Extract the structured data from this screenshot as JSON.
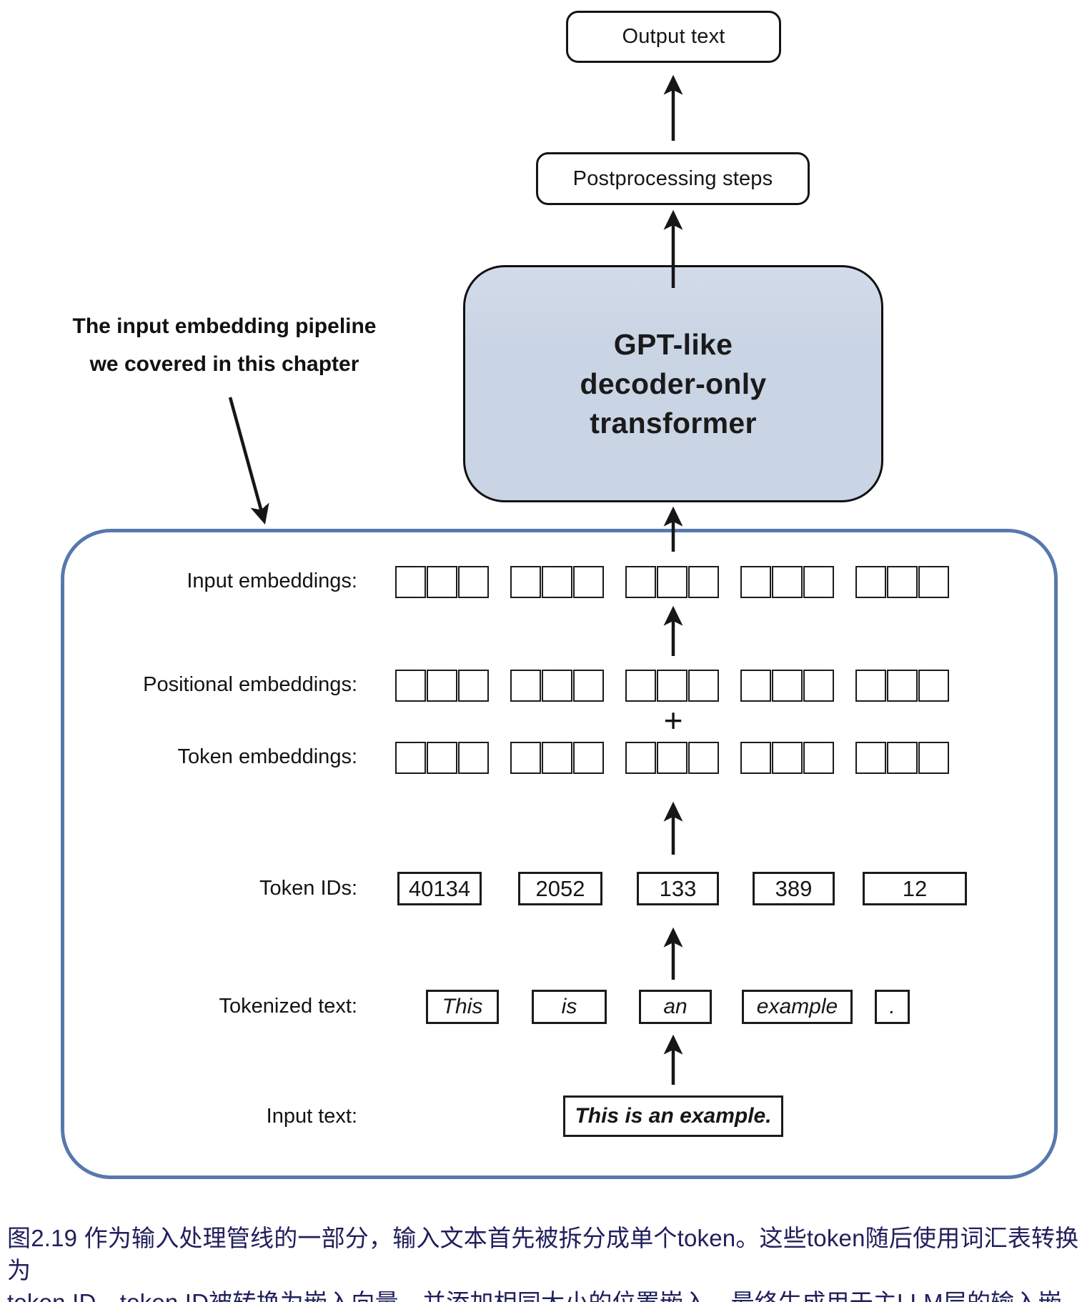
{
  "colors": {
    "pipeline_border": "#5878ad",
    "gpt_box_fill": "#c9d4e4",
    "caption_text": "#20205c",
    "diagram_lines": "#161616"
  },
  "flow": {
    "output_box": "Output text",
    "postprocessing_box": "Postprocessing steps",
    "gpt_box": [
      "GPT-like",
      "decoder-only",
      "transformer"
    ]
  },
  "annotation": {
    "line1": "The input embedding pipeline",
    "line2": "we covered in this chapter"
  },
  "pipeline": {
    "labels": {
      "input_embeddings": "Input embeddings:",
      "positional_embeddings": "Positional embeddings:",
      "token_embeddings": "Token embeddings:",
      "token_ids": "Token IDs:",
      "tokenized_text": "Tokenized text:",
      "input_text": "Input text:"
    },
    "plus": "+",
    "embedding_rows": {
      "groups": 5,
      "cells_per_group": 3
    },
    "token_ids": [
      "40134",
      "2052",
      "133",
      "389",
      "12"
    ],
    "tokens": [
      "This",
      "is",
      "an",
      "example",
      "."
    ],
    "input_text": "This is an example."
  },
  "caption": {
    "line1": "图2.19 作为输入处理管线的一部分，输入文本首先被拆分成单个token。这些token随后使用词汇表转换为",
    "line2": "token ID。token ID被转换为嵌入向量，并添加相同大小的位置嵌入，最终生成用于主LLM层的输入嵌入。"
  }
}
